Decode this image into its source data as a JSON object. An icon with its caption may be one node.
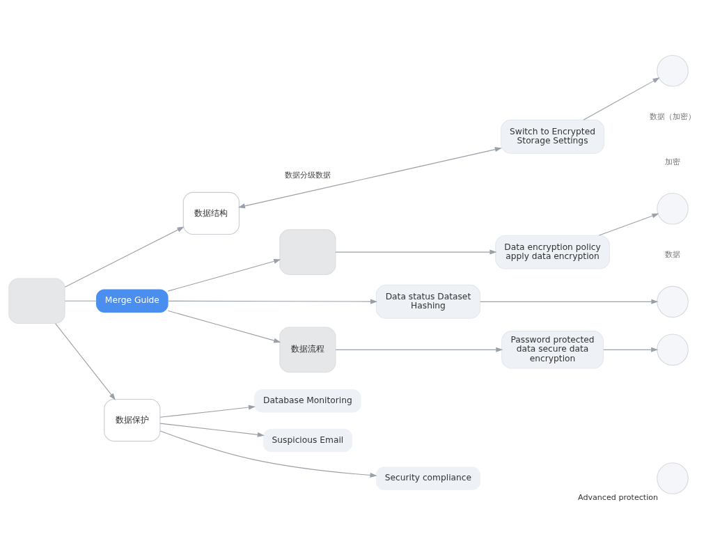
{
  "diagram": {
    "nodes": [
      {
        "text": [
          "数据结构"
        ]
      },
      {
        "text": [
          "Switch to Encrypted Storage Settings"
        ]
      },
      {
        "text": [],
        "shape": "circle"
      },
      {
        "text": [],
        "shape": "box"
      },
      {
        "text": [
          "Data encryption policy apply data encryption"
        ]
      },
      {
        "text": [],
        "shape": "circle"
      },
      {
        "text": [],
        "shape": "box"
      },
      {
        "text": [
          "Merge Guide"
        ]
      },
      {
        "text": [
          "Data status Dataset Hashing"
        ]
      },
      {
        "text": [],
        "shape": "circle"
      },
      {
        "text": [
          "数据流程"
        ]
      },
      {
        "text": [
          "Password protected data secure data encryption"
        ]
      },
      {
        "text": [],
        "shape": "circle"
      },
      {
        "text": [
          "数据保护"
        ]
      },
      {
        "text": [
          "Database Monitoring"
        ]
      },
      {
        "text": [
          "Suspicious Email"
        ]
      },
      {
        "text": [
          "Security compliance"
        ]
      },
      {
        "text": [],
        "shape": "circle",
        "beside": [
          "Advanced protection"
        ]
      }
    ],
    "edges": [
      {
        "from": 6,
        "to": 0,
        "arrow": "to"
      },
      {
        "from": 6,
        "to": 7,
        "arrow": "none"
      },
      {
        "from": 6,
        "to": 13,
        "arrow": "to"
      },
      {
        "from": 0,
        "to": 1,
        "arrow": "both",
        "label": "数据分级数据"
      },
      {
        "from": 1,
        "to": 2,
        "arrow": "to"
      },
      {
        "from": 7,
        "to": 3,
        "arrow": "to"
      },
      {
        "from": 3,
        "to": 4,
        "arrow": "to"
      },
      {
        "from": 4,
        "to": 5,
        "arrow": "to"
      },
      {
        "from": 7,
        "to": 8,
        "arrow": "to"
      },
      {
        "from": 8,
        "to": 9,
        "arrow": "to"
      },
      {
        "from": 7,
        "to": 10,
        "arrow": "to"
      },
      {
        "from": 10,
        "to": 11,
        "arrow": "to"
      },
      {
        "from": 11,
        "to": 12,
        "arrow": "to"
      },
      {
        "from": 13,
        "to": 14,
        "arrow": "to"
      },
      {
        "from": 13,
        "to": 15,
        "arrow": "to"
      },
      {
        "from": 13,
        "to": 16,
        "arrow": "to"
      }
    ],
    "labels": [
      "数据（加密）",
      "加密",
      "数据"
    ]
  }
}
